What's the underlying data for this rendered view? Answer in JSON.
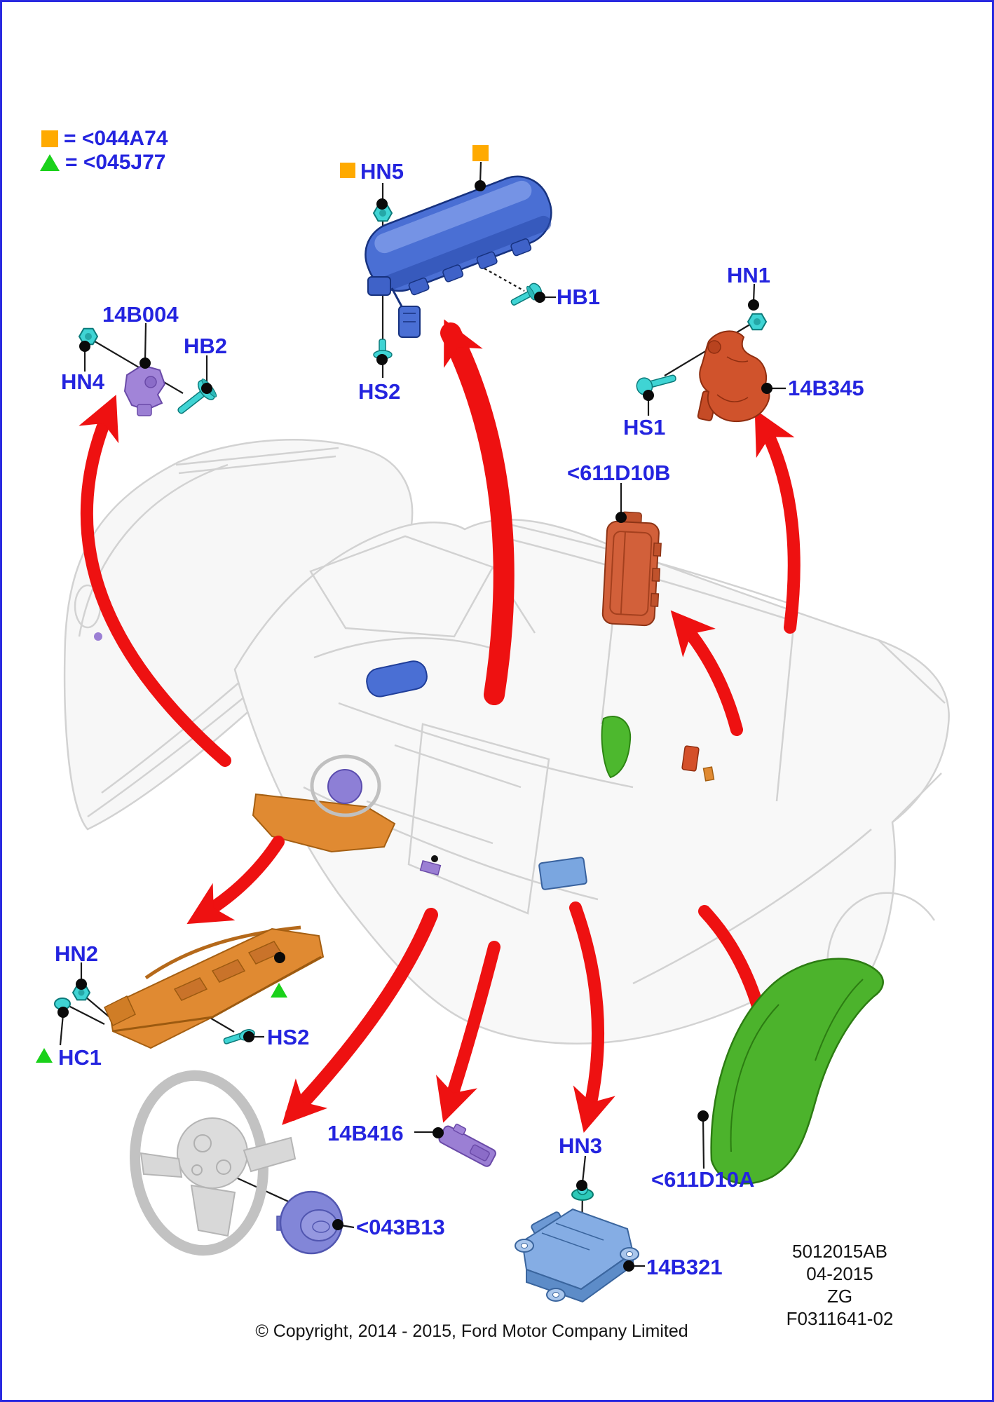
{
  "legend": {
    "items": [
      {
        "icon": "orange-square",
        "text": "= <044A74",
        "color": "#ffaa00"
      },
      {
        "icon": "green-triangle",
        "text": "= <045J77",
        "color": "#1ad11a"
      }
    ]
  },
  "callouts": {
    "hn5": "HN5",
    "hb1": "HB1",
    "hs2_top": "HS2",
    "hn1": "HN1",
    "hs1": "HS1",
    "p14b345": "14B345",
    "p611d10b": "<611D10B",
    "p14b004": "14B004",
    "hb2": "HB2",
    "hn4": "HN4",
    "hn2": "HN2",
    "hc1": "HC1",
    "hs2_bottom": "HS2",
    "p14b416": "14B416",
    "p043b13": "<043B13",
    "hn3": "HN3",
    "p14b321": "14B321",
    "p611d10a": "<611D10A"
  },
  "doc_block": {
    "lines": [
      "5012015AB",
      "04-2015",
      "ZG",
      "F0311641-02"
    ]
  },
  "footer": {
    "copyright": "© Copyright, 2014 - 2015, Ford Motor Company Limited"
  },
  "colors": {
    "label_blue": "#2424df",
    "arrow_red": "#ee1111",
    "legend_orange": "#ffaa00",
    "legend_green": "#1ad11a",
    "hardware_cyan": "#3fd4d4",
    "airbag_blue": "#4a6fd4",
    "sensor_purple": "#9b7fd4",
    "module_red": "#d2603a",
    "trim_green": "#4cb32c",
    "ecu_blue": "#85ade4",
    "bolster_orange": "#e08a32",
    "page_border_blue": "#2a2ae0"
  }
}
